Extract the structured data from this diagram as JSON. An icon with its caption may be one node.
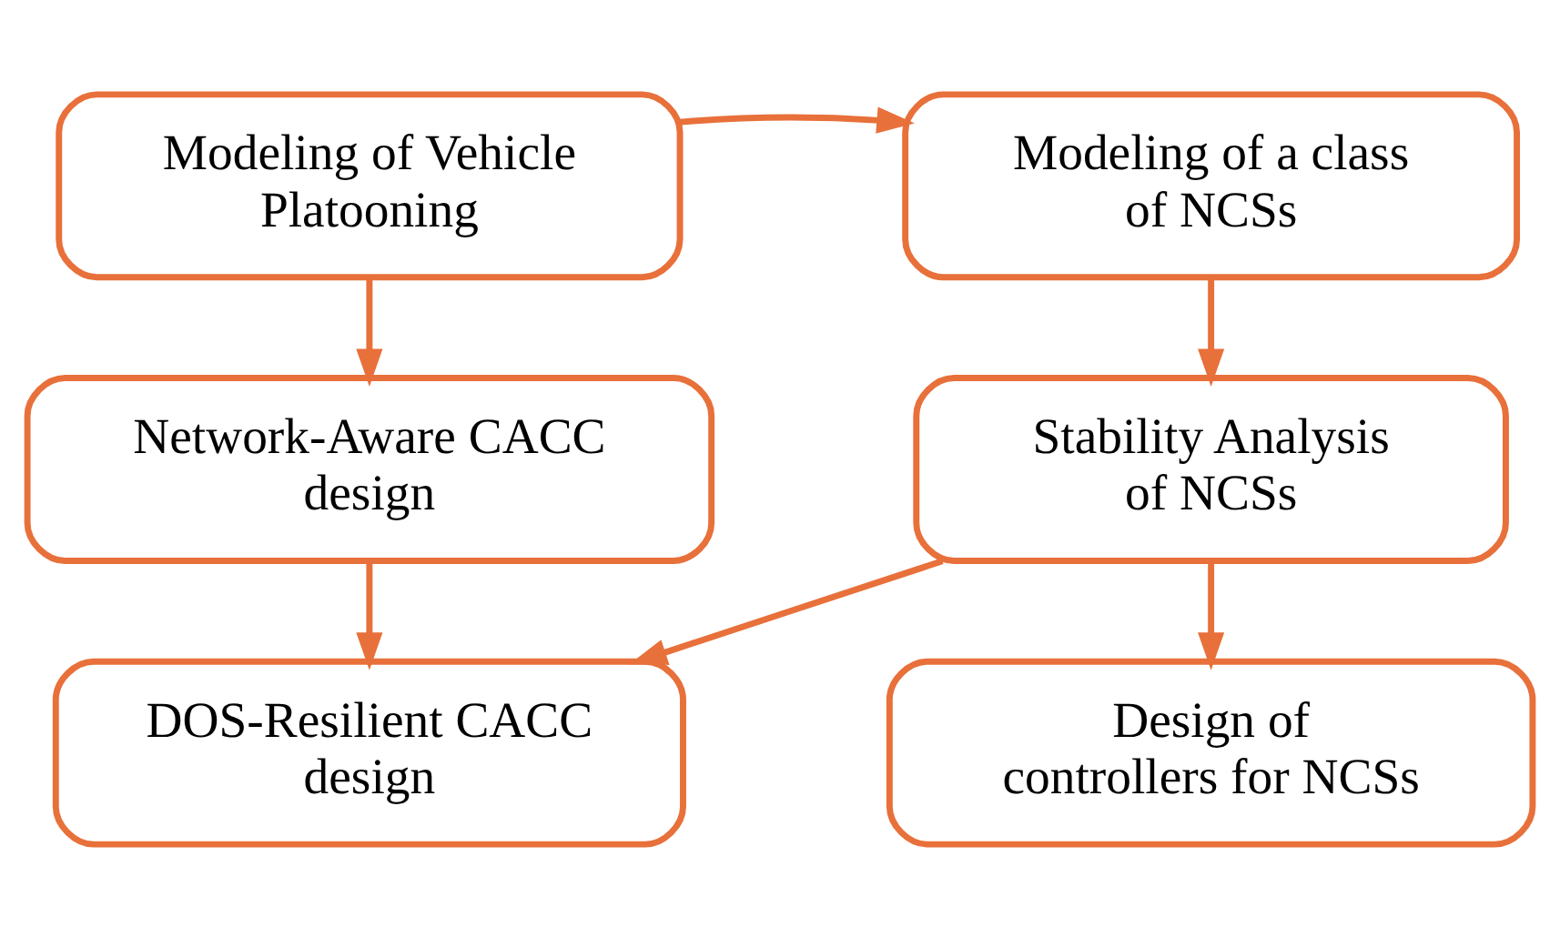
{
  "diagram": {
    "nodes": [
      {
        "text": [
          "Modeling of Vehicle Platooning"
        ]
      },
      {
        "text": [
          "Network-Aware CACC design"
        ]
      },
      {
        "text": [
          "DOS-Resilient CACC design"
        ]
      },
      {
        "text": [
          "Modeling of a class of NCSs"
        ]
      },
      {
        "text": [
          "Stability Analysis of NCSs"
        ]
      },
      {
        "text": [
          "Design of controllers for NCSs"
        ]
      }
    ],
    "edges": [
      {
        "from": 0,
        "to": 1,
        "arrow": "to"
      },
      {
        "from": 1,
        "to": 2,
        "arrow": "to"
      },
      {
        "from": 0,
        "to": 3,
        "arrow": "to"
      },
      {
        "from": 3,
        "to": 4,
        "arrow": "to"
      },
      {
        "from": 4,
        "to": 5,
        "arrow": "to"
      },
      {
        "from": 4,
        "to": 2,
        "arrow": "to"
      }
    ]
  }
}
